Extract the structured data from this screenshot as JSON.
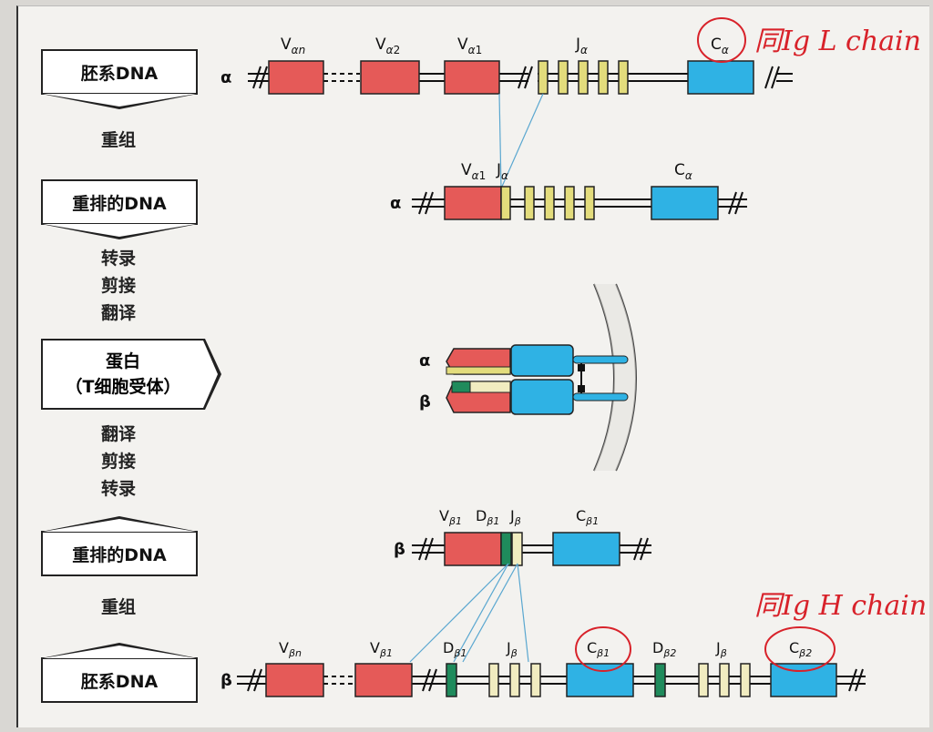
{
  "stages": {
    "germline_alpha": "胚系DNA",
    "recombination_top": "重组",
    "rearranged_alpha": "重排的DNA",
    "steps_down": [
      "转录",
      "剪接",
      "翻译"
    ],
    "protein_line1": "蛋白",
    "protein_line2": "（T细胞受体）",
    "steps_up": [
      "翻译",
      "剪接",
      "转录"
    ],
    "rearranged_beta": "重排的DNA",
    "recombination_bottom": "重组",
    "germline_beta": "胚系DNA"
  },
  "chain_labels": {
    "alpha": "α",
    "beta": "β"
  },
  "alpha_germline": {
    "v_segments": [
      {
        "main": "V",
        "sub": "α",
        "suffix": "n"
      },
      {
        "main": "V",
        "sub": "α",
        "suffix": "2"
      },
      {
        "main": "V",
        "sub": "α",
        "suffix": "1"
      }
    ],
    "j_label": {
      "main": "J",
      "sub": "α"
    },
    "c_label": {
      "main": "C",
      "sub": "α"
    }
  },
  "alpha_rearranged": {
    "v_label": {
      "main": "V",
      "sub": "α",
      "suffix": "1"
    },
    "j_label": {
      "main": "J",
      "sub": "α"
    },
    "c_label": {
      "main": "C",
      "sub": "α"
    }
  },
  "beta_rearranged": {
    "labels": [
      {
        "main": "V",
        "sub": "β1"
      },
      {
        "main": "D",
        "sub": "β1"
      },
      {
        "main": "J",
        "sub": "β"
      },
      {
        "main": "C",
        "sub": "β1"
      }
    ]
  },
  "beta_germline": {
    "labels": [
      {
        "main": "V",
        "sub": "βn"
      },
      {
        "main": "V",
        "sub": "β1"
      },
      {
        "main": "D",
        "sub": "β1"
      },
      {
        "main": "J",
        "sub": "β"
      },
      {
        "main": "C",
        "sub": "β1"
      },
      {
        "main": "D",
        "sub": "β2"
      },
      {
        "main": "J",
        "sub": "β"
      },
      {
        "main": "C",
        "sub": "β2"
      }
    ]
  },
  "annotations": {
    "top": "同Ig L chain",
    "bottom": "同Ig H chain"
  },
  "colors": {
    "v": "#e55a58",
    "j": "#e3dc7c",
    "c": "#2fb2e4",
    "d": "#1f8b5c",
    "j_beta": "#f1ecc0",
    "ink": "#d8222a",
    "thin_line": "#5aa7d0"
  }
}
